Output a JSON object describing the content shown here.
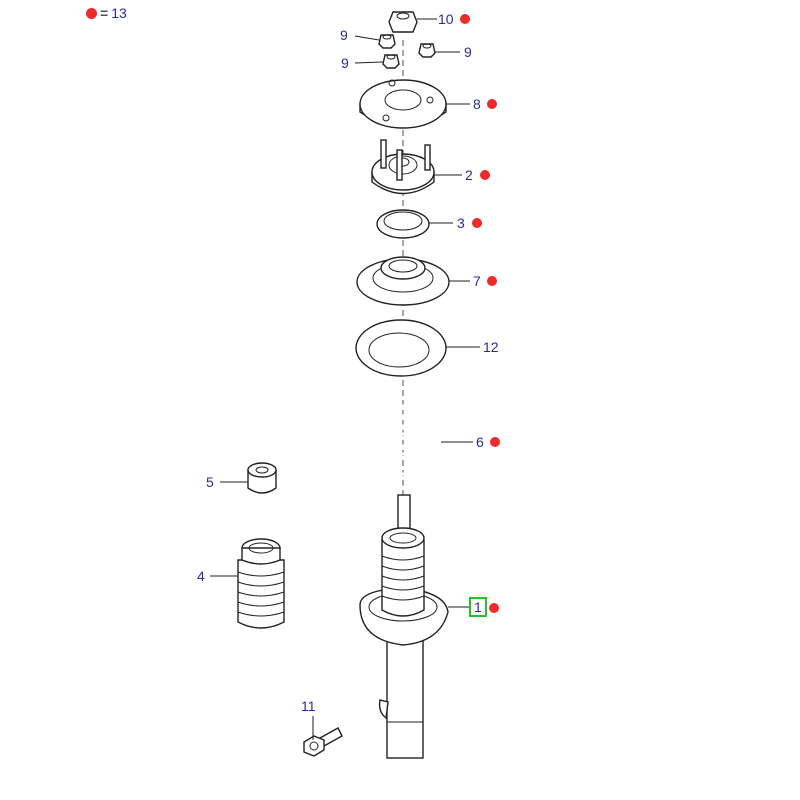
{
  "legend": {
    "marker": "red-dot",
    "equals": "=",
    "count": "13"
  },
  "callouts": [
    {
      "label": "10",
      "marked": true
    },
    {
      "label": "9",
      "marked": false
    },
    {
      "label": "9",
      "marked": false
    },
    {
      "label": "9",
      "marked": false
    },
    {
      "label": "8",
      "marked": true
    },
    {
      "label": "2",
      "marked": true
    },
    {
      "label": "3",
      "marked": true
    },
    {
      "label": "7",
      "marked": true
    },
    {
      "label": "12",
      "marked": false
    },
    {
      "label": "6",
      "marked": true
    },
    {
      "label": "5",
      "marked": false
    },
    {
      "label": "4",
      "marked": false
    },
    {
      "label": "1",
      "marked": true,
      "selected": true
    },
    {
      "label": "11",
      "marked": false
    }
  ],
  "colors": {
    "marker": "#ee2a2a",
    "label": "#2a2aa0",
    "selection": "#22c322"
  }
}
